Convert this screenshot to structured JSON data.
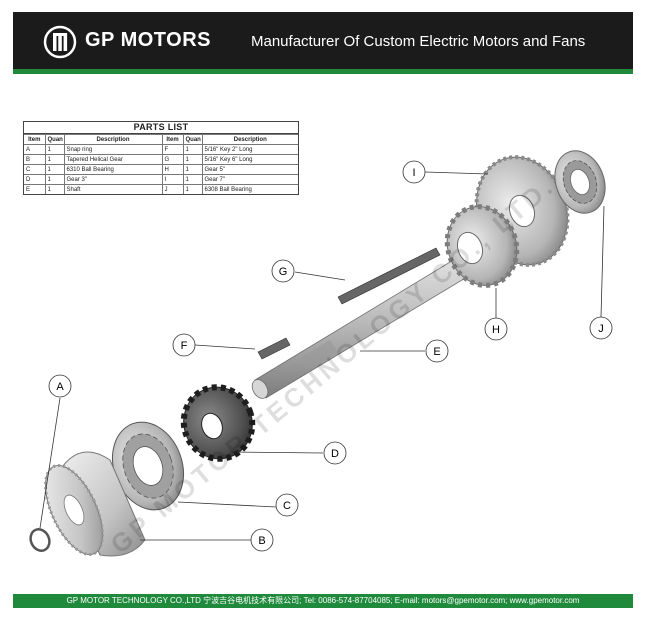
{
  "header": {
    "brand": "GP MOTORS",
    "tagline": "Manufacturer Of Custom Electric Motors and Fans"
  },
  "parts_list": {
    "title": "PARTS LIST",
    "columns": [
      "Item",
      "Quan",
      "Description",
      "Item",
      "Quan",
      "Description"
    ],
    "rows": [
      [
        "A",
        "1",
        "Snap ring",
        "F",
        "1",
        "5/16\" Key 2\" Long"
      ],
      [
        "B",
        "1",
        "Tapered Helical Gear",
        "G",
        "1",
        "5/16\" Key 6\" Long"
      ],
      [
        "C",
        "1",
        "6310 Ball Bearing",
        "H",
        "1",
        "Gear 5\""
      ],
      [
        "D",
        "1",
        "Gear 3\"",
        "I",
        "1",
        "Gear 7\""
      ],
      [
        "E",
        "1",
        "Shaft",
        "J",
        "1",
        "6308 Ball Bearing"
      ]
    ]
  },
  "callouts": {
    "a": "A",
    "b": "B",
    "c": "C",
    "d": "D",
    "e": "E",
    "f": "F",
    "g": "G",
    "h": "H",
    "i": "I",
    "j": "J"
  },
  "watermark": "GP MOTOR TECHNOLOGY CO., LTD.",
  "footer": {
    "text": "GP MOTOR TECHNOLOGY CO.,LTD 宁波吉谷电机技术有限公司; Tel: 0086-574-87704085; E-mail: motors@gpemotor.com; www.gpemotor.com"
  },
  "colors": {
    "header_bg": "#1b1b1b",
    "accent_green": "#1f8a3c",
    "metal": "#a9a9a9",
    "dark_gear": "#3a3a3a"
  }
}
